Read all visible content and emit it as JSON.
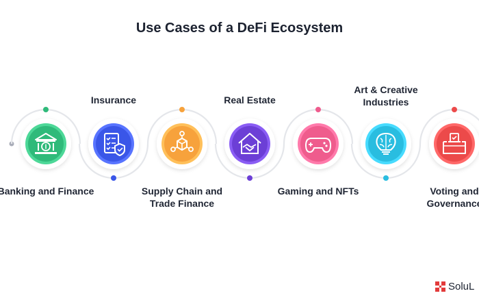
{
  "title": "Use Cases of a DeFi Ecosystem",
  "use_cases": [
    {
      "label": "Banking and Finance",
      "icon": "bank-icon",
      "color": "#2fba7a",
      "label_pos": "below"
    },
    {
      "label": "Insurance",
      "icon": "policy-checklist-icon",
      "color": "#3a56e8",
      "label_pos": "above"
    },
    {
      "label": "Supply Chain and\nTrade Finance",
      "icon": "supply-chain-box-icon",
      "color": "#f7a23c",
      "label_pos": "below"
    },
    {
      "label": "Real Estate",
      "icon": "real-estate-handshake-icon",
      "color": "#6c3fd6",
      "label_pos": "above"
    },
    {
      "label": "Gaming and NFTs",
      "icon": "game-controller-icon",
      "color": "#ef5c8d",
      "label_pos": "below"
    },
    {
      "label": "Art & Creative\nIndustries",
      "icon": "creative-brain-bulb-icon",
      "color": "#29bde0",
      "label_pos": "above"
    },
    {
      "label": "Voting and\nGovernance",
      "icon": "ballot-box-icon",
      "color": "#ec4a4a",
      "label_pos": "below"
    }
  ],
  "brand": {
    "name": "SoluL",
    "color": "#e23b3b"
  }
}
